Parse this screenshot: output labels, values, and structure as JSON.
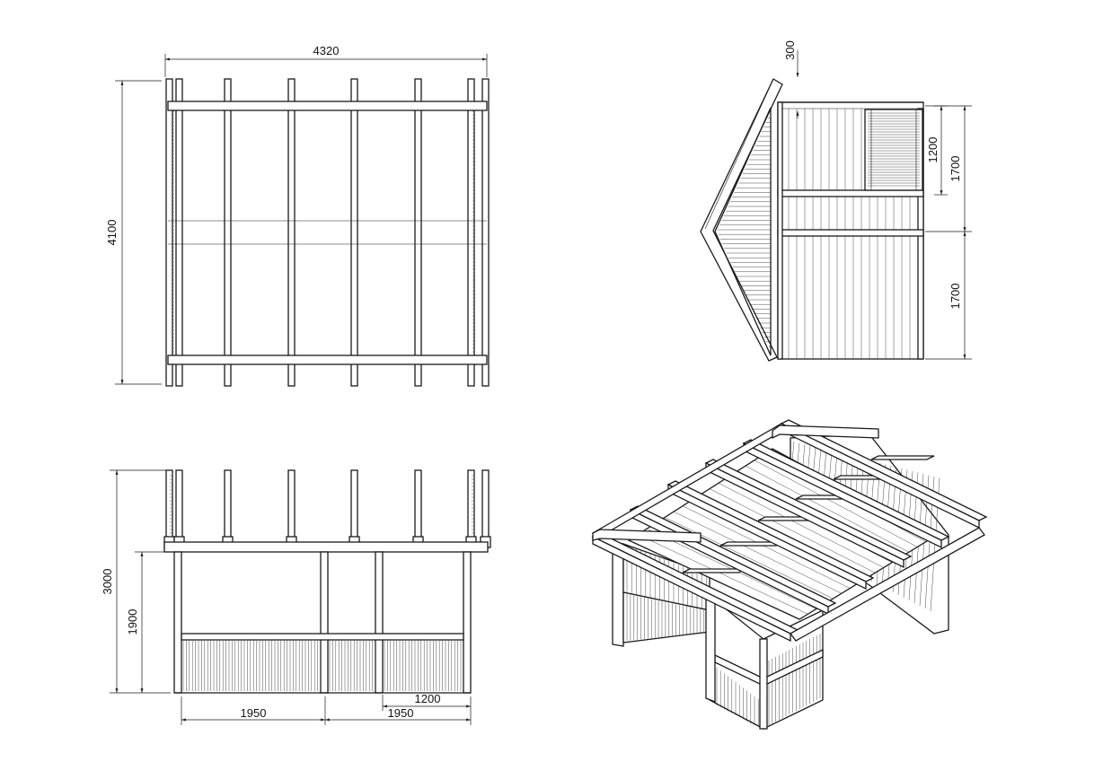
{
  "plan_view": {
    "width_dim": "4320",
    "depth_dim": "4100"
  },
  "side_view": {
    "overhang_dim": "300",
    "window_height_dim": "1200",
    "upper_height_dim": "1700",
    "lower_height_dim": "1700"
  },
  "front_view": {
    "total_height_dim": "3000",
    "wall_height_dim": "1900",
    "bay_left_dim": "1950",
    "bay_right_dim": "1950",
    "door_width_dim": "1200"
  },
  "colors": {
    "line": "#1a1a1a",
    "background": "#ffffff"
  }
}
